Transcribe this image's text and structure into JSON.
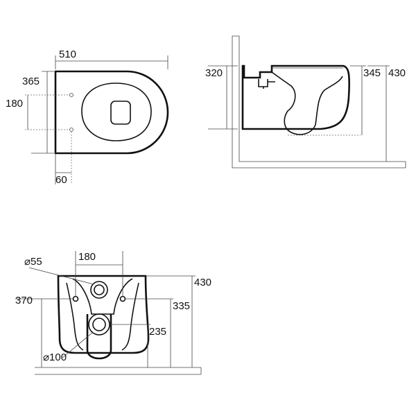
{
  "top_view": {
    "width_label": "510",
    "depth_label": "365",
    "fixing_spacing_label": "180",
    "wall_offset_label": "60"
  },
  "side_view": {
    "seat_height_label": "320",
    "rim_height_label": "345",
    "total_height_label": "430"
  },
  "rear_view": {
    "inlet_diameter_label": "⌀55",
    "fixing_spacing_label": "180",
    "total_height_label": "430",
    "fixing_height_label": "370",
    "inlet_height_label": "335",
    "outlet_height_label": "235",
    "outlet_diameter_label": "⌀100"
  }
}
